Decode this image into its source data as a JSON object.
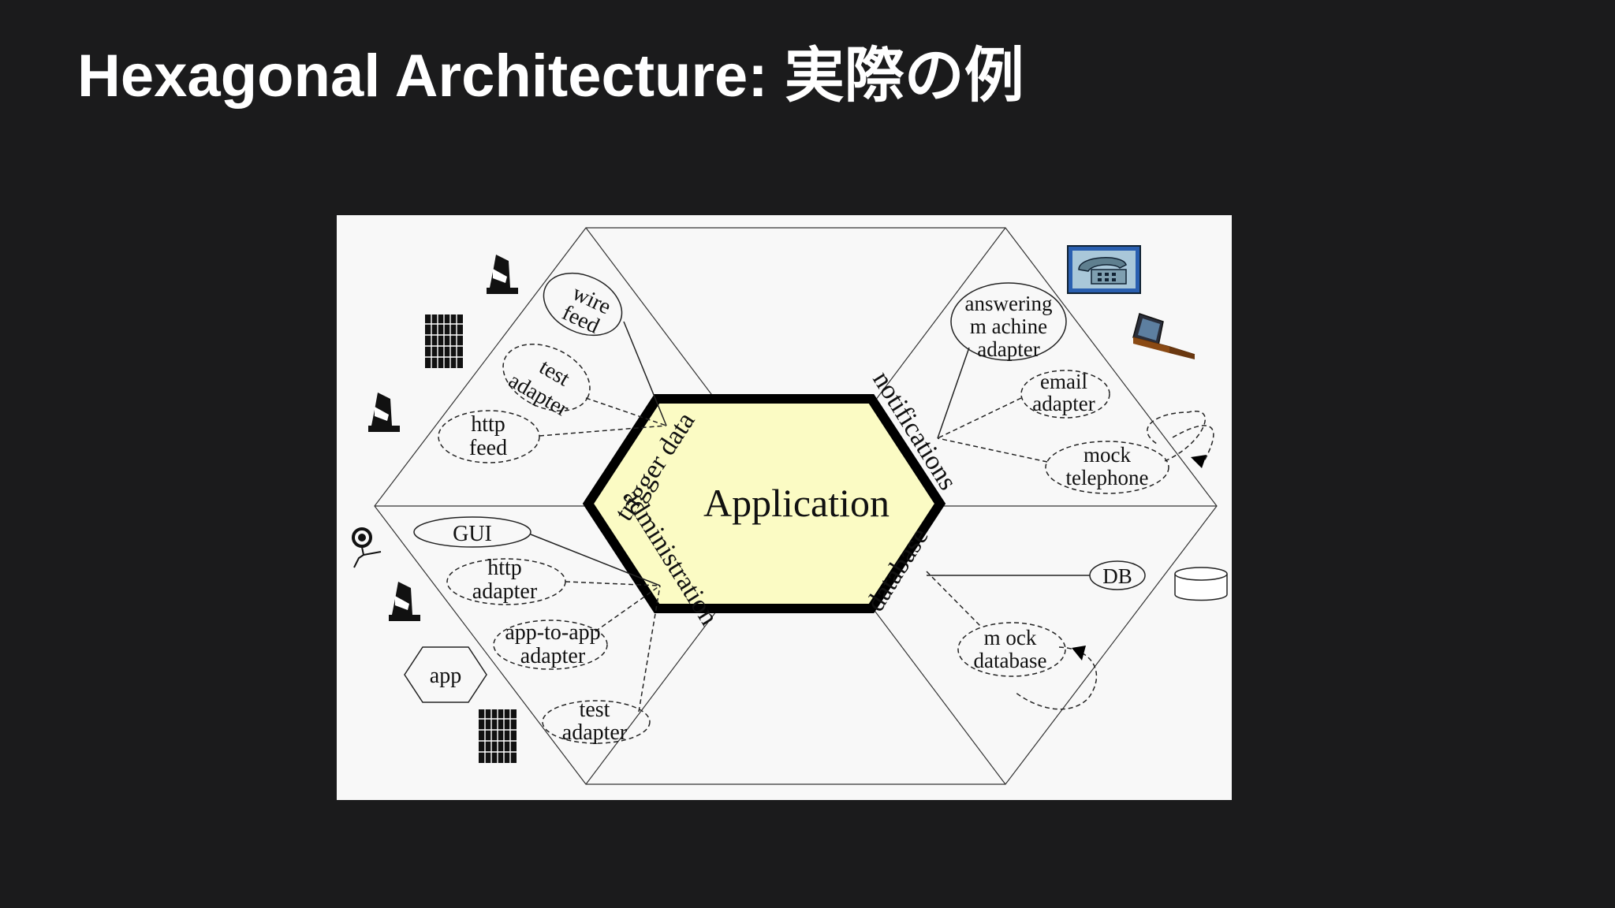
{
  "slide": {
    "title": "Hexagonal Architecture: 実際の例"
  },
  "diagram": {
    "core_label": "Application",
    "core_color": "#fbfbc4",
    "ports": {
      "trigger": "trigger data",
      "admin": "administration",
      "notifications": "notifications",
      "database": "database"
    },
    "adapters": {
      "wire_feed": [
        "wire",
        "feed"
      ],
      "test_adapter_top": [
        "test",
        "adapter"
      ],
      "http_feed": [
        "http",
        "feed"
      ],
      "gui": "GUI",
      "http_adapter": [
        "http",
        "adapter"
      ],
      "app_to_app": [
        "app-to-app",
        "adapter"
      ],
      "test_adapter_bottom": [
        "test",
        "adapter"
      ],
      "answering": [
        "answering",
        "m achine",
        "adapter"
      ],
      "email": [
        "email",
        "adapter"
      ],
      "mock_telephone": [
        "mock",
        "telephone"
      ],
      "db": "DB",
      "mock_database": [
        "m ock",
        "database"
      ]
    },
    "actors": {
      "app": "app"
    }
  }
}
